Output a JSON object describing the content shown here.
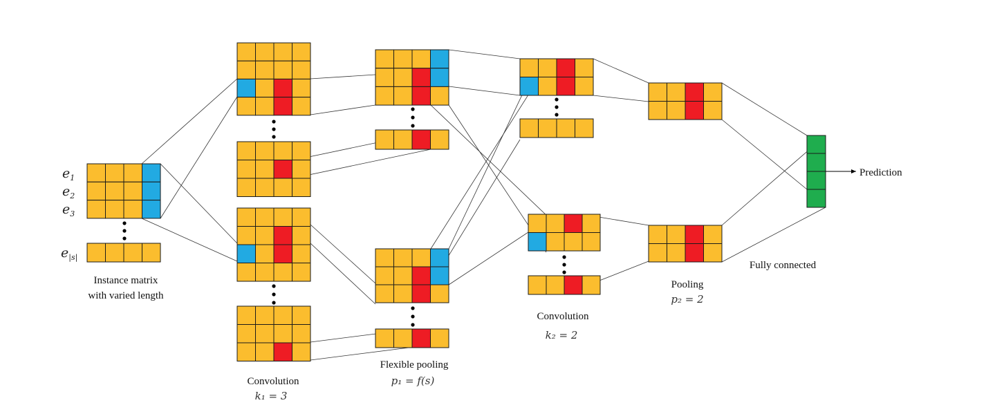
{
  "colors": {
    "default": "#FBBD2E",
    "highlight_red": "#EE1C24",
    "highlight_blue": "#22AAE2",
    "output": "#1FAD4E"
  },
  "input": {
    "rows": [
      "e",
      "e",
      "e"
    ],
    "row_subscripts": [
      "1",
      "2",
      "3"
    ],
    "last_row": "e",
    "last_row_subscript": "|s|",
    "caption_line1": "Instance matrix",
    "caption_line2": "with varied length"
  },
  "layer1": {
    "caption": "Convolution",
    "param": "k₁ = 3"
  },
  "layer2": {
    "caption": "Flexible pooling",
    "param": "p₁ = f(s)"
  },
  "layer3": {
    "caption": "Convolution",
    "param": "k₂ = 2"
  },
  "layer4": {
    "caption": "Pooling",
    "param": "p₂ = 2"
  },
  "layer5": {
    "caption": "Fully connected"
  },
  "output": {
    "label": "Prediction"
  }
}
